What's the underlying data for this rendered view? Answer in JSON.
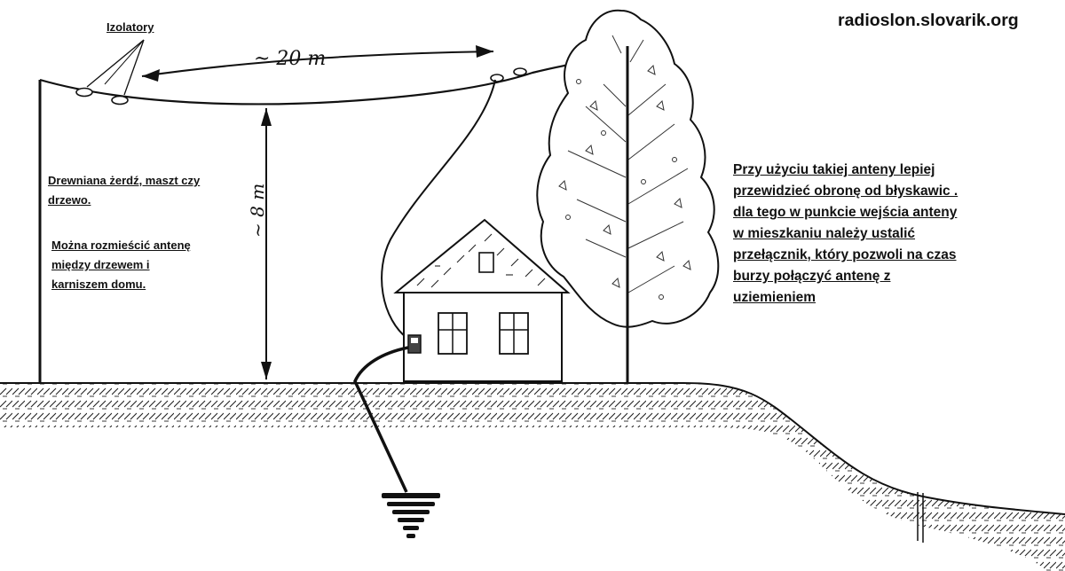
{
  "site": "radioslon.slovarik.org",
  "labels": {
    "insulators": "Izolatory",
    "length": "~ 20 m",
    "height": "~ 8 m",
    "pole_line1": "Drewniana żerdź, maszt czy",
    "pole_line2": "drzewo.",
    "mount_line1": "Można rozmieścić antenę",
    "mount_line2": "między drzewem i",
    "mount_line3": "karniszem domu."
  },
  "note_lines": [
    "Przy użyciu takiej anteny lepiej",
    "przewidzieć obronę od błyskawic .",
    "dla tego w punkcie wejścia anteny",
    "w mieszkaniu należy ustalić",
    "przełącznik, który pozwoli na  czas",
    "burzy połączyć antenę z",
    "uziemieniem"
  ]
}
